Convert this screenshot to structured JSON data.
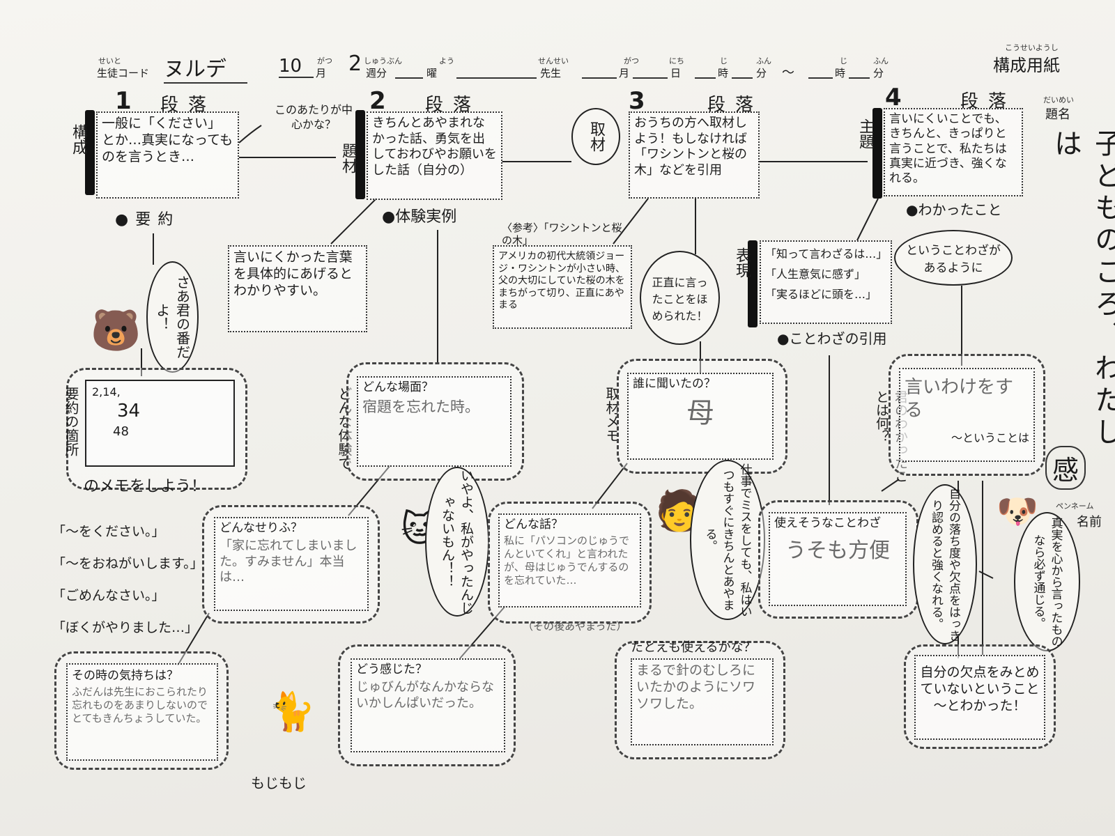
{
  "header": {
    "furigana": {
      "student": "せいと",
      "month1": "がつ",
      "week": "しゅうぶん",
      "dow": "よう",
      "teacher": "せんせい",
      "month2": "がつ",
      "day": "にち",
      "hour1": "じ",
      "min1": "ふん",
      "hour2": "じ",
      "min2": "ふん",
      "title": "こうせいようし"
    },
    "student_code_label": "生徒コード",
    "student_code_value": "ヌルデ",
    "month_value": "10",
    "month_label": "月",
    "week_value": "2",
    "week_label": "週分",
    "dow_label": "曜",
    "teacher_label": "先生",
    "date_month_label": "月",
    "date_day_label": "日",
    "time_hour_label": "時",
    "time_min_label": "分",
    "tilde": "～",
    "time_hour2_label": "時",
    "time_min2_label": "分",
    "sheet_title": "構成用紙"
  },
  "right_column": {
    "title_furigana": "だいめい",
    "title_label": "題名",
    "essay_title": "子どものころ、わたしは",
    "essay_title_mark": "感",
    "penname_furigana": "ペンネーム",
    "penname_label": "名前"
  },
  "paragraphs": [
    {
      "number": "1",
      "label": "段落",
      "side_tag": "構成",
      "box_text": "一般に「ください」とか…真実になってものを言うとき…",
      "category": "●要約"
    },
    {
      "number": "2",
      "label": "段落",
      "side_tag": "題材",
      "box_text": "きちんとあやまれなかった話、勇気を出しておわびやお願いをした話（自分の）",
      "category": "●体験実例"
    },
    {
      "number": "3",
      "label": "段落",
      "side_tag": "取材",
      "box_text": "おうちの方へ取材しよう！もしなければ「ワシントンと桜の木」などを引用",
      "category": ""
    },
    {
      "number": "4",
      "label": "段落",
      "side_tag": "主題",
      "box_text": "言いにくいことでも、きちんと、きっぱりと言うことで、私たちは真実に近づき、強くなれる。",
      "category": "●わかったこと"
    }
  ],
  "notes": {
    "center_hint": "このあたりが中心かな？",
    "para1_explain": "言いにくかった言葉を具体的にあげるとわかりやすい。",
    "bear_bubble": "さあ君の番だよ！",
    "summary_side": "要約の箇所",
    "summary_memo_values": [
      "2,14,",
      "34",
      "48"
    ],
    "memo_prompt": "のメモをしよう！",
    "quote_examples": [
      "「～をください。」",
      "「～をおねがいします。」",
      "「ごめんなさい。」",
      "「ぼくがやりました…」"
    ],
    "experience_side": "どんな体験で",
    "scene_label": "どんな場面？",
    "scene_answer": "宿題を忘れた時。",
    "words_label": "どんなせりふ？",
    "words_answer": "「家に忘れてしまいました。すみません」本当は…",
    "feel_label": "その時の気持ちは？",
    "feel_answer": "ふだんは先生におこられたり忘れものをあまりしないのでとてもきんちょうしていた。",
    "mojimoji": "もじもじ",
    "cat_bubble": "いやよ、私がやったんじゃないもん！！",
    "how_felt_label": "どう感じた？",
    "how_felt_answer": "じゅびんがなんかならないかしんぱいだった。",
    "washington_title": "〈参考〉「ワシントンと桜の木」",
    "washington_text": "アメリカの初代大統領ジョージ・ワシントンが小さい時、父の大切にしていた桜の木をまちがって切り、正直にあやまる",
    "praise_bubble": "正直に言ったことをほめられた！",
    "who_label": "誰に聞いたの？",
    "who_answer": "母",
    "interview_side": "取材メモ",
    "what_story_label": "どんな話？",
    "what_story_answer": "私に「パソコンのじゅうでんといてくれ」と言われたが、母はじゅうでんするのを忘れていた…",
    "what_story_note": "（その後あやまった）",
    "mom_bubble": "仕事でミスをしても、私はいつもすぐにきちんとあやまる。",
    "proverb_side": "表現",
    "proverbs": [
      "「知って言わざるは…」",
      "「人生意気に感ず」",
      "「実るほどに頭を…」"
    ],
    "proverb_category": "●ことわざの引用",
    "proverb_bubble": "ということわざがあるように",
    "usable_label": "使えそうなことわざ",
    "usable_answer": "うそも方便",
    "metaphor_label": "たとえも使えるかな？",
    "metaphor_answer": "まるで針のむしろにいたかのようにソワソワした。",
    "understood_side": "君のわかったことは何？",
    "excuse_answer": "言いわけをする",
    "excuse_sub": "～ということは",
    "fault_bubble": "自分の落ち度や欠点をはっきり認めると強くなれる。",
    "truth_bubble": "真実を心から言ったものなら必ず通じる。",
    "own_fault_answer": "自分の欠点をみとめていないということ～とわかった！"
  }
}
